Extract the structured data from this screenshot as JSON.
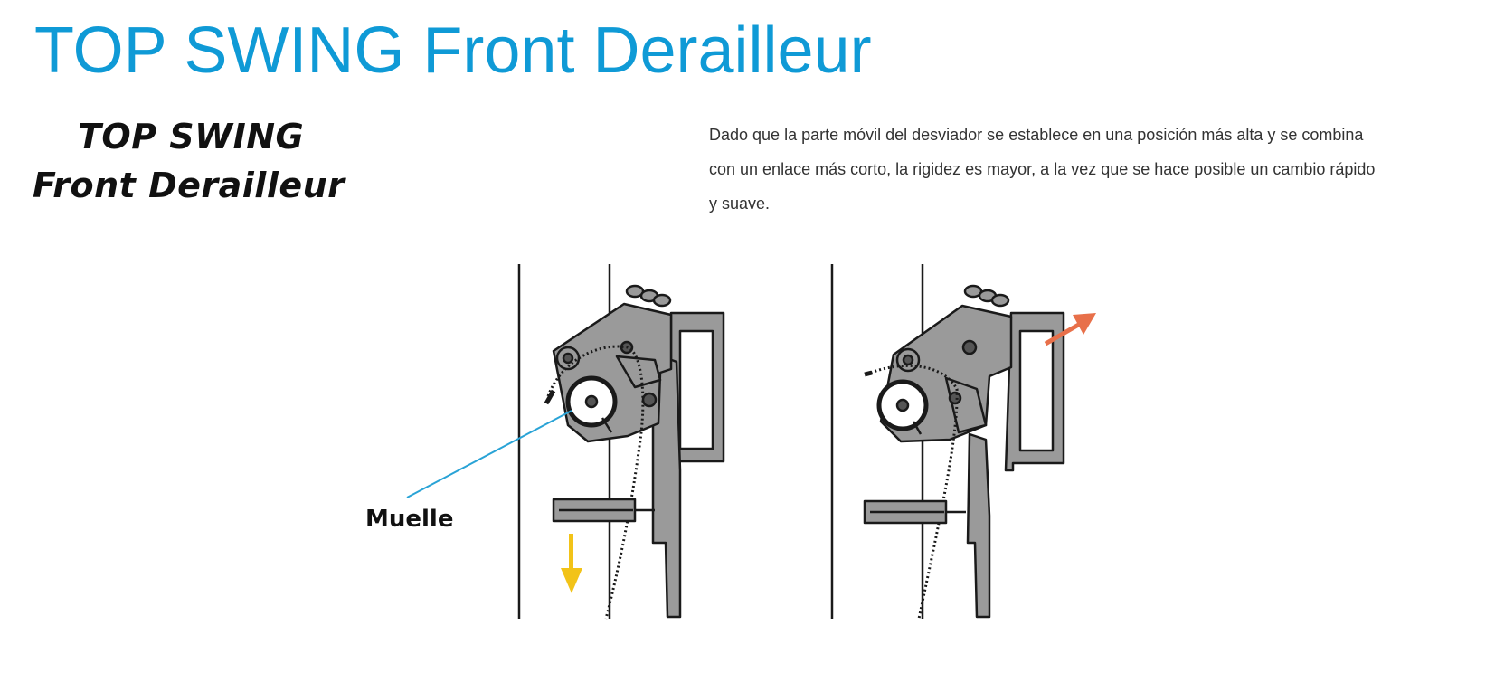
{
  "header": {
    "title": "TOP SWING Front Derailleur"
  },
  "logo": {
    "line1": "TOP SWING",
    "line2": "Front Derailleur"
  },
  "description": "Dado que la parte móvil del desviador se establece en una posición más alta y se combina con un enlace más corto, la rigidez es mayor, a la vez que se hace posible un cambio rápido y suave.",
  "illustration": {
    "spring_label": "Muelle",
    "colors": {
      "body": "#9a9a9a",
      "outline": "#1a1a1a",
      "spring_pointer": "#29a3d6",
      "down_arrow": "#f2c318",
      "up_arrow": "#e8704a"
    }
  }
}
